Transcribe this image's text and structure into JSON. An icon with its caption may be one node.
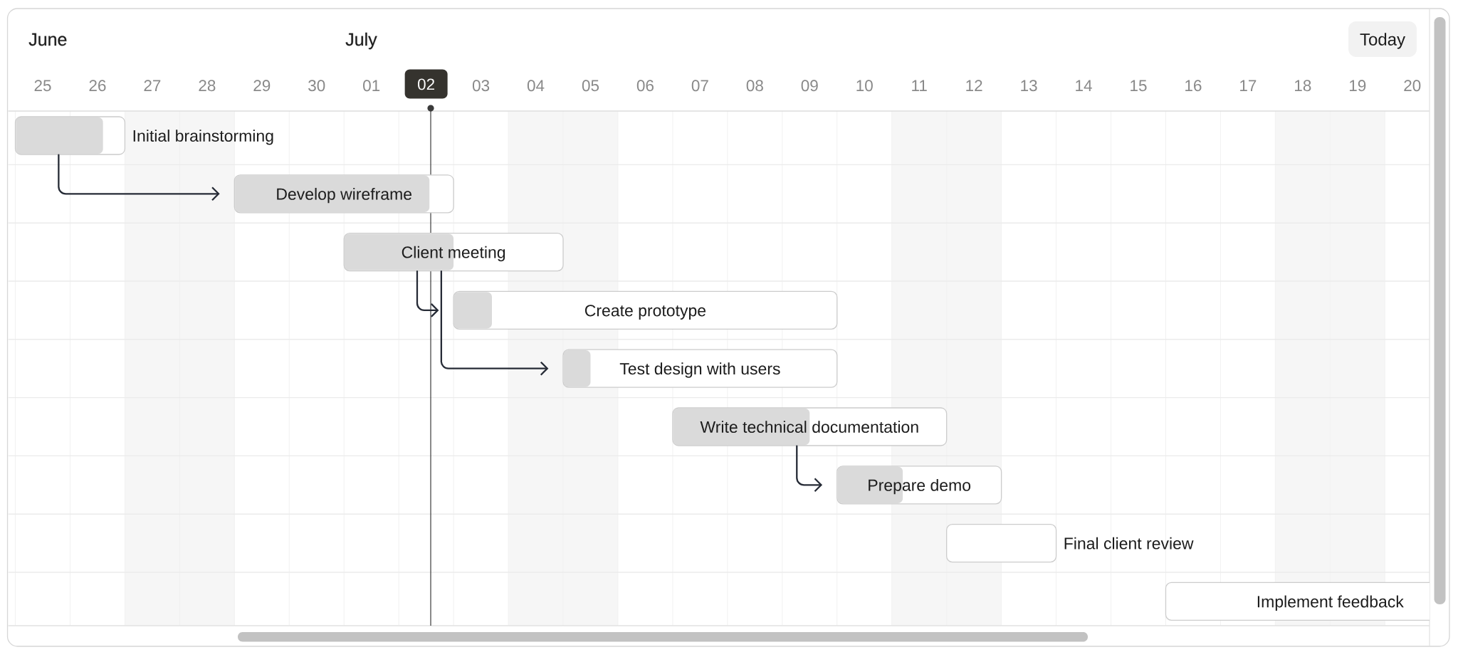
{
  "diagram": {
    "nodes": [
      {
        "text": [
          "Today"
        ]
      },
      {
        "text": [
          "02"
        ]
      },
      {
        "text": [
          "Initial brainstorming"
        ]
      },
      {
        "text": [
          "Develop wireframe"
        ]
      },
      {
        "text": [
          "Client meeting"
        ]
      },
      {
        "text": [
          "Create prototype"
        ]
      },
      {
        "text": [
          "Test design with users"
        ]
      },
      {
        "text": [
          "Write technical documentation"
        ]
      },
      {
        "text": [
          "Prepare demo"
        ]
      },
      {
        "text": [
          "Final client review"
        ]
      },
      {
        "text": [
          "Implement feedback"
        ]
      }
    ],
    "edges": [
      {
        "from": 2,
        "to": 3,
        "arrow": "to"
      },
      {
        "from": 4,
        "to": 5,
        "arrow": "to"
      },
      {
        "from": 4,
        "to": 6,
        "arrow": "to"
      },
      {
        "from": 7,
        "to": 8,
        "arrow": "to"
      }
    ],
    "labels": [
      "June",
      "July",
      "25",
      "26",
      "27",
      "28",
      "29",
      "30",
      "01",
      "03",
      "04",
      "05",
      "06",
      "07",
      "08",
      "09",
      "10",
      "11",
      "12",
      "13",
      "14",
      "15",
      "16",
      "17",
      "18",
      "19",
      "20"
    ]
  }
}
